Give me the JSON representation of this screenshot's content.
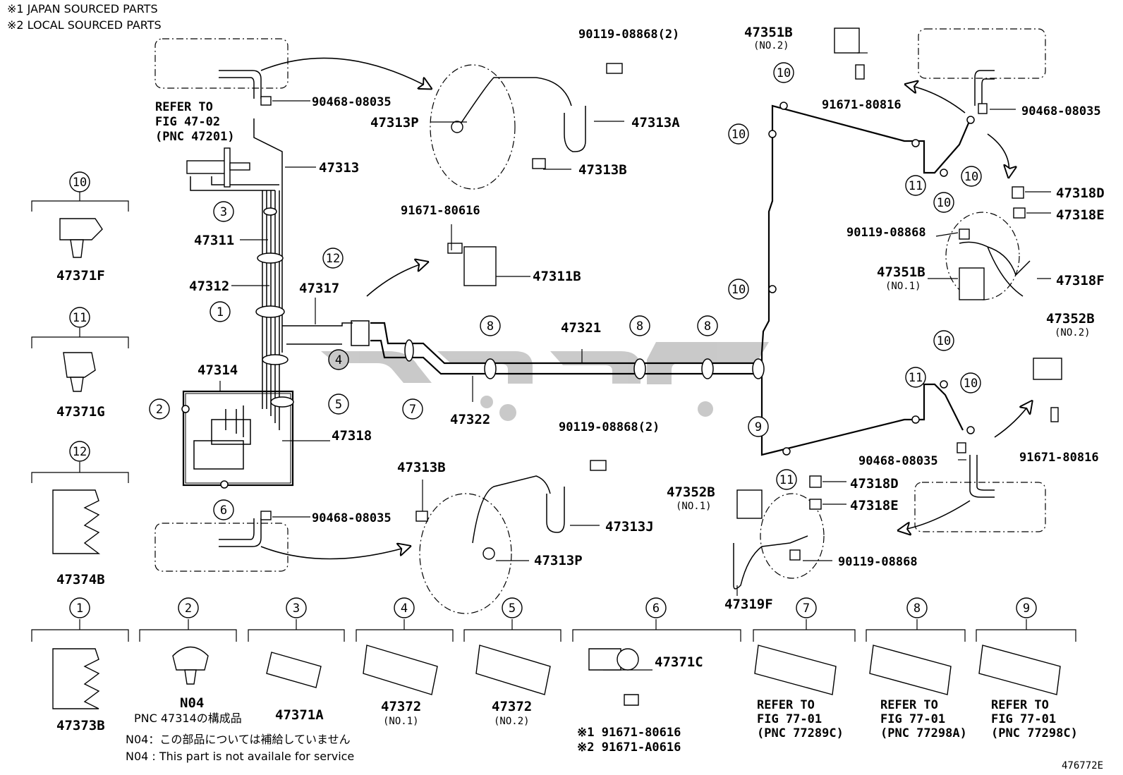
{
  "notes": {
    "japan": "※1 JAPAN SOURCED PARTS",
    "local": "※2 LOCAL SOURCED PARTS"
  },
  "callouts": [
    {
      "id": "c1",
      "no": "10"
    },
    {
      "id": "c2",
      "no": "11"
    },
    {
      "id": "c3",
      "no": "12"
    },
    {
      "id": "c4",
      "no": "1"
    },
    {
      "id": "c5",
      "no": "2"
    },
    {
      "id": "c6",
      "no": "3"
    },
    {
      "id": "c7",
      "no": "4"
    },
    {
      "id": "c8",
      "no": "5"
    },
    {
      "id": "c9",
      "no": "6"
    },
    {
      "id": "c10",
      "no": "7"
    },
    {
      "id": "c11",
      "no": "8"
    },
    {
      "id": "c12",
      "no": "9"
    },
    {
      "id": "m3",
      "no": "3"
    },
    {
      "id": "m12",
      "no": "12"
    },
    {
      "id": "m1",
      "no": "1"
    },
    {
      "id": "m2",
      "no": "2"
    },
    {
      "id": "m4",
      "no": "4"
    },
    {
      "id": "m5",
      "no": "5"
    },
    {
      "id": "m6",
      "no": "6"
    },
    {
      "id": "m7",
      "no": "7"
    },
    {
      "id": "m8a",
      "no": "8"
    },
    {
      "id": "m8b",
      "no": "8"
    },
    {
      "id": "m8c",
      "no": "8"
    },
    {
      "id": "m9",
      "no": "9"
    },
    {
      "id": "m10a",
      "no": "10"
    },
    {
      "id": "m10b",
      "no": "10"
    },
    {
      "id": "m10c",
      "no": "10"
    },
    {
      "id": "m11a",
      "no": "11"
    },
    {
      "id": "m10d",
      "no": "10"
    },
    {
      "id": "m10e",
      "no": "10"
    },
    {
      "id": "m11b",
      "no": "11"
    },
    {
      "id": "m10f",
      "no": "10"
    },
    {
      "id": "m10g",
      "no": "10"
    },
    {
      "id": "m11c",
      "no": "11"
    }
  ],
  "labels": {
    "p47371F": "47371F",
    "p47371G": "47371G",
    "p47374B": "47374B",
    "p47373B": "47373B",
    "pN04": "N04",
    "pnc47314": "PNC 47314の構成品",
    "p47371A": "47371A",
    "p47372a": "47372",
    "no1a": "(NO.1)",
    "p47372b": "47372",
    "no2a": "(NO.2)",
    "p47371C": "47371C",
    "s1": "※1 91671-80616",
    "s2": "※2 91671-A0616",
    "n04jp": "N04：この部品については補給していません",
    "n04en": "N04 : This part is not availale for service",
    "ref1a": "REFER TO",
    "ref1b": "FIG 77-01",
    "ref1c": "(PNC 77289C)",
    "ref2a": "REFER TO",
    "ref2b": "FIG 77-01",
    "ref2c": "(PNC 77298A)",
    "ref3a": "REFER TO",
    "ref3b": "FIG 77-01",
    "ref3c": "(PNC 77298C)",
    "fig": "476772E",
    "refa": "REFER TO",
    "refb": "FIG 47-02",
    "refc": "(PNC 47201)",
    "b90468a": "90468-08035",
    "p47313": "47313",
    "p47311": "47311",
    "p47312": "47312",
    "p47317": "47317",
    "p47314": "47314",
    "p47318": "47318",
    "b90468b": "90468-08035",
    "b90119a": "90119-08868(2)",
    "p47313P": "47313P",
    "p47313A": "47313A",
    "p47313B": "47313B",
    "b91671a": "91671-80616",
    "p47311B": "47311B",
    "p47321": "47321",
    "p47322": "47322",
    "b90119b": "90119-08868(2)",
    "p47313Ba": "47313B",
    "p47313J": "47313J",
    "p47313Pa": "47313P",
    "p47351B2": "47351B",
    "no2b": "(NO.2)",
    "b91671b": "91671-80816",
    "b90468c": "90468-08035",
    "p47318D": "47318D",
    "p47318E": "47318E",
    "b90119c": "90119-08868",
    "p47351B1": "47351B",
    "no1b": "(NO.1)",
    "p47318F": "47318F",
    "p47352B2": "47352B",
    "no2c": "(NO.2)",
    "b91671c": "91671-80816",
    "b90468d": "90468-08035",
    "p47352B1": "47352B",
    "no1c": "(NO.1)",
    "p47318Da": "47318D",
    "p47318Ea": "47318E",
    "b90119d": "90119-08868",
    "p47319F": "47319F"
  }
}
